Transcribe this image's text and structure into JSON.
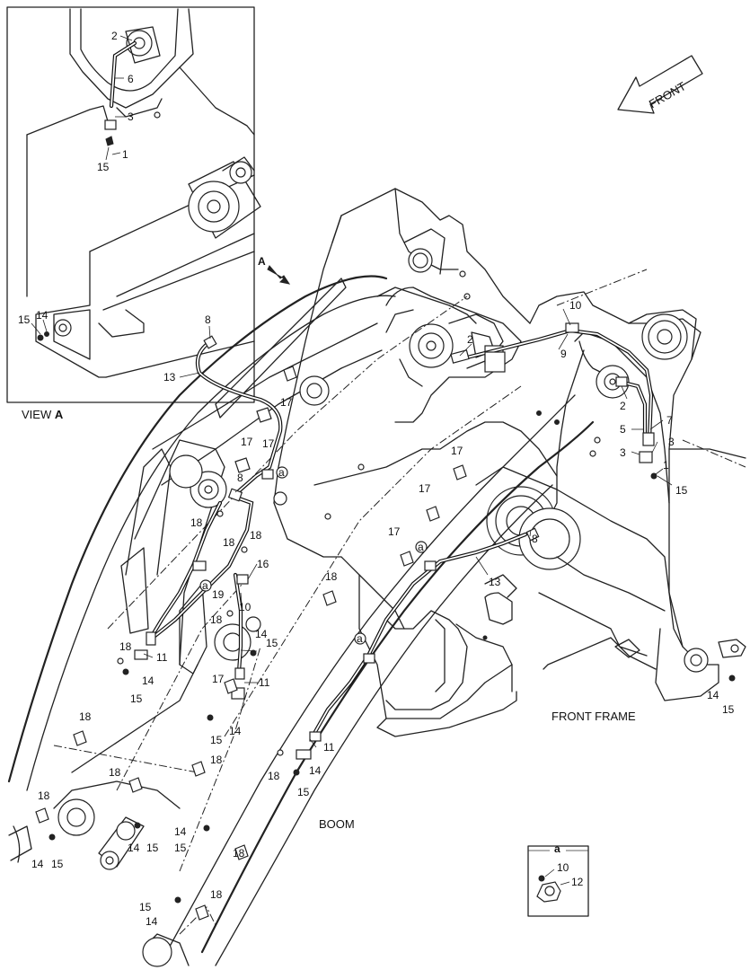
{
  "view_label": {
    "prefix": "VIEW",
    "letter": "A"
  },
  "view_arrow_letter": "A",
  "front_arrow": "FRONT",
  "front_frame_label": "FRONT FRAME",
  "boom_label": "BOOM",
  "detail": {
    "letter": "a",
    "parts": [
      "10",
      "12"
    ]
  },
  "clip_marker": "a",
  "part_numbers": {
    "p1": "1",
    "p2": "2",
    "p3": "3",
    "p5": "5",
    "p6": "6",
    "p7": "7",
    "p8": "8",
    "p9": "9",
    "p10": "10",
    "p11": "11",
    "p12": "12",
    "p13": "13",
    "p14": "14",
    "p15": "15",
    "p16": "16",
    "p17": "17",
    "p18": "18",
    "p19": "19"
  },
  "icons": {
    "front_arrow": "front-direction-arrow",
    "view_arrow": "view-direction-arrow"
  }
}
